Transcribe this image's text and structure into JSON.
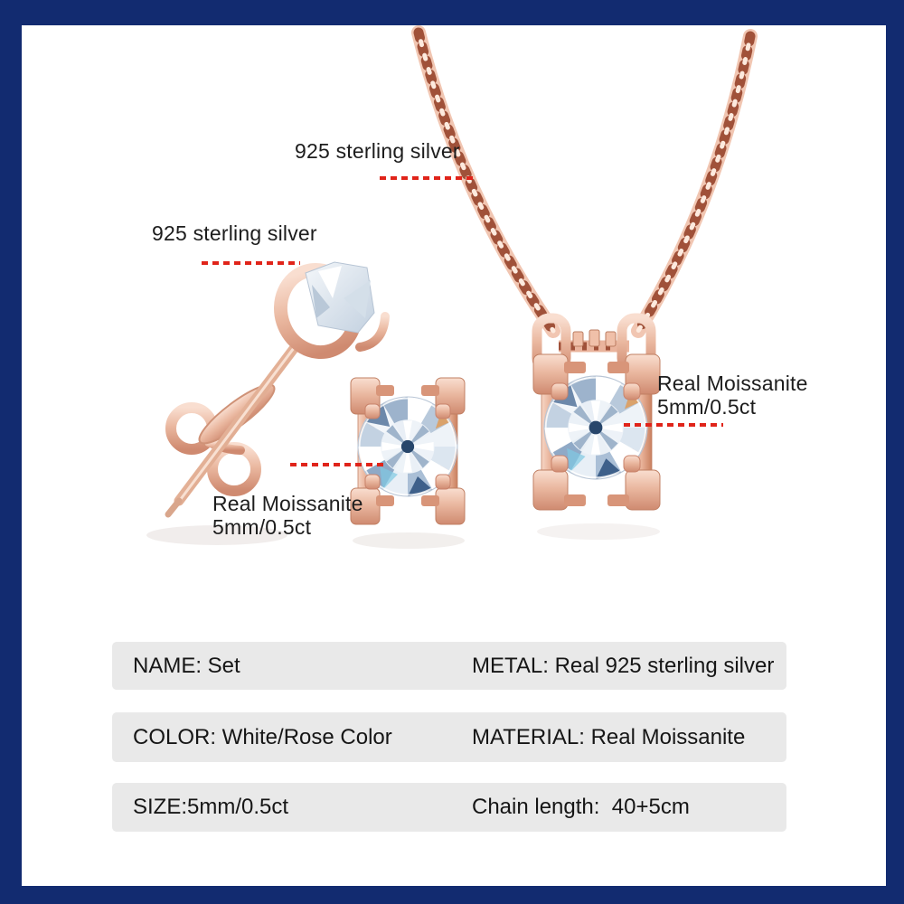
{
  "annotations": {
    "chain_material": {
      "label": "925 sterling silver"
    },
    "earring_material": {
      "label": "925 sterling silver"
    },
    "pendant_stone": {
      "line1": "Real Moissanite",
      "line2": "5mm/0.5ct"
    },
    "earring_stone": {
      "line1": "Real Moissanite",
      "line2": "5mm/0.5ct"
    }
  },
  "spec_table": {
    "rows": [
      {
        "left": "NAME: Set",
        "right": "METAL: Real 925 sterling silver"
      },
      {
        "left": "COLOR: White/Rose Color",
        "right": "MATERIAL: Real Moissanite"
      },
      {
        "left": "SIZE:5mm/0.5ct",
        "right": "Chain length:  40+5cm"
      }
    ]
  },
  "colors": {
    "frame_border": "#122b70",
    "row_background": "#e9e9e9",
    "annotation_text": "#1d1d1d",
    "leader_line_red": "#e0241a",
    "rose_gold": "#e9b49c",
    "stone_accent_blue": "#8ba5c2"
  }
}
